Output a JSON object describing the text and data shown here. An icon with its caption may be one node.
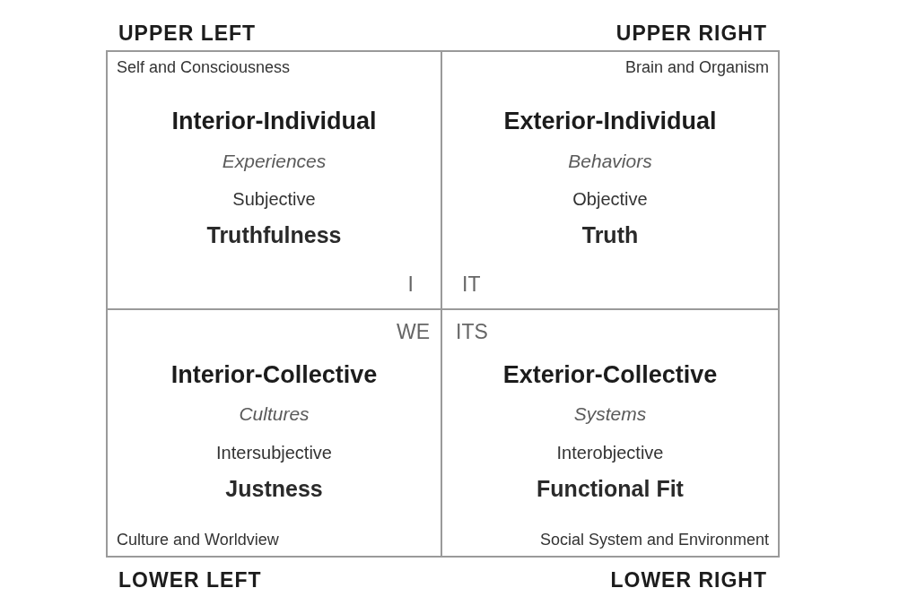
{
  "diagram": {
    "nodes": [
      {
        "text": [
          "UPPER LEFT",
          "Self and Consciousness",
          "Interior-Individual",
          "Experiences",
          "Subjective",
          "Truthfulness",
          "I"
        ]
      },
      {
        "text": [
          "UPPER RIGHT",
          "Brain and Organism",
          "Exterior-Individual",
          "Behaviors",
          "Objective",
          "Truth",
          "IT"
        ]
      },
      {
        "text": [
          "WE",
          "Interior-Collective",
          "Cultures",
          "Intersubjective",
          "Justness",
          "Culture and Worldview",
          "LOWER LEFT"
        ]
      },
      {
        "text": [
          "ITS",
          "Exterior-Collective",
          "Systems",
          "Interobjective",
          "Functional Fit",
          "Social System and Environment",
          "LOWER RIGHT"
        ]
      }
    ]
  }
}
